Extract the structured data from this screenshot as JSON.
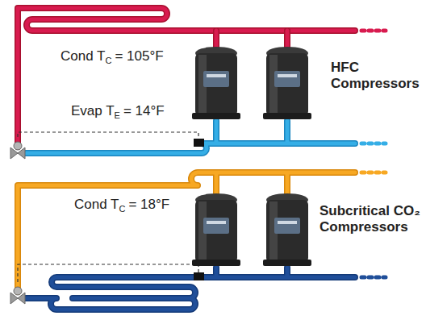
{
  "diagram": {
    "labels": [
      "Cond T",
      "C",
      "= 105°F",
      "Evap T",
      "E",
      "= 14°F",
      "HFC Compressors",
      "Cond T",
      "C",
      "= 18°F",
      "Subcritical CO₂ Compressors"
    ]
  }
}
